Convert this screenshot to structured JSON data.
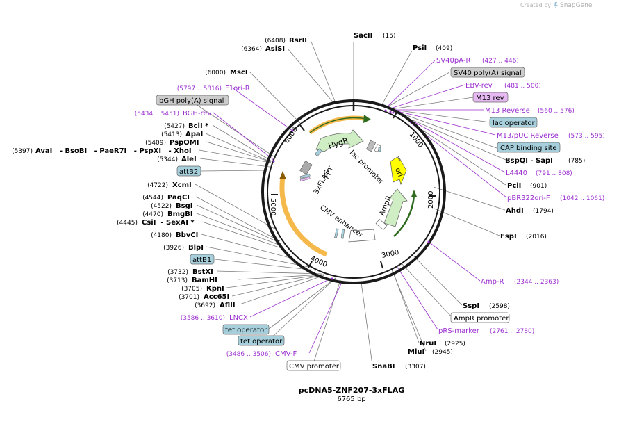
{
  "app": {
    "credit": "Created by",
    "brand": "SnapGene"
  },
  "plasmid": {
    "name": "pcDNA5-ZNF207-3xFLAG",
    "length_label": "6765 bp"
  },
  "ticks": [
    "1000",
    "2000",
    "3000",
    "4000",
    "5000",
    "6000"
  ],
  "colors": {
    "primer": "#9b2fcf",
    "boxBlue": "#a6cfdb",
    "boxGray": "#cccccc",
    "boxPurple": "#e6b8f2",
    "orange": "#f5b84a",
    "green": "#cfeec4",
    "yellow": "#ffff00"
  },
  "right_labels": [
    {
      "type": "enz",
      "name": "PsiI",
      "pos": "(409)"
    },
    {
      "type": "primer",
      "name": "SV40pA-R",
      "pos": "(427 .. 446)"
    },
    {
      "type": "box",
      "name": "SV40 poly(A) signal",
      "color": "gray"
    },
    {
      "type": "primer",
      "name": "EBV-rev",
      "pos": "(481 .. 500)"
    },
    {
      "type": "box",
      "name": "M13 rev",
      "color": "purple"
    },
    {
      "type": "primer",
      "name": "M13 Reverse",
      "pos": "(560 .. 576)"
    },
    {
      "type": "box",
      "name": "lac operator",
      "color": "blue"
    },
    {
      "type": "primer",
      "name": "M13/pUC Reverse",
      "pos": "(573 .. 595)"
    },
    {
      "type": "box",
      "name": "CAP binding site",
      "color": "blue"
    },
    {
      "type": "enz",
      "name": "BspQI  - SapI",
      "pos": "(785)"
    },
    {
      "type": "primer",
      "name": "L4440",
      "pos": "(791 .. 808)"
    },
    {
      "type": "enz",
      "name": "PciI",
      "pos": "(901)"
    },
    {
      "type": "primer",
      "name": "pBR322ori-F",
      "pos": "(1042 .. 1061)"
    },
    {
      "type": "enz",
      "name": "AhdI",
      "pos": "(1794)"
    },
    {
      "type": "enz",
      "name": "FspI",
      "pos": "(2016)"
    },
    {
      "type": "primer",
      "name": "Amp-R",
      "pos": "(2344 .. 2363)"
    },
    {
      "type": "enz",
      "name": "SspI",
      "pos": "(2598)"
    },
    {
      "type": "box",
      "name": "AmpR promoter",
      "color": "white"
    },
    {
      "type": "primer",
      "name": "pRS-marker",
      "pos": "(2761 .. 2780)"
    },
    {
      "type": "enz",
      "name": "NruI",
      "pos": "(2925)"
    },
    {
      "type": "enz",
      "name": "MluI",
      "pos": "(2945)"
    },
    {
      "type": "enz",
      "name": "SnaBI",
      "pos": "(3307)"
    },
    {
      "type": "enz",
      "name": "SacII",
      "pos": "(15)"
    }
  ],
  "left_labels": [
    {
      "type": "enz",
      "name": "RsrII",
      "pos": "(6408)"
    },
    {
      "type": "enz",
      "name": "AsiSI",
      "pos": "(6364)"
    },
    {
      "type": "enz",
      "name": "MscI",
      "pos": "(6000)"
    },
    {
      "type": "primer",
      "name": "F1ori-R",
      "pos": "(5797 .. 5816)"
    },
    {
      "type": "box",
      "name": "bGH poly(A) signal",
      "color": "gray"
    },
    {
      "type": "primer",
      "name": "BGH-rev",
      "pos": "(5434 .. 5451)"
    },
    {
      "type": "enz",
      "name": "BclI *",
      "pos": "(5427)"
    },
    {
      "type": "enz",
      "name": "ApaI",
      "pos": "(5413)"
    },
    {
      "type": "enz",
      "name": "PspOMI",
      "pos": "(5409)"
    },
    {
      "type": "enz",
      "name": "AvaI   - BsoBI   - PaeR7I   - PspXI   - XhoI",
      "pos": "(5397)"
    },
    {
      "type": "enz",
      "name": "AleI",
      "pos": "(5344)"
    },
    {
      "type": "box",
      "name": "attB2",
      "color": "blue"
    },
    {
      "type": "enz",
      "name": "XcmI",
      "pos": "(4722)"
    },
    {
      "type": "enz",
      "name": "PaqCI",
      "pos": "(4544)"
    },
    {
      "type": "enz",
      "name": "BsgI",
      "pos": "(4522)"
    },
    {
      "type": "enz",
      "name": "BmgBI",
      "pos": "(4470)"
    },
    {
      "type": "enz",
      "name": "CsiI  - SexAI *",
      "pos": "(4445)"
    },
    {
      "type": "enz",
      "name": "BbvCI",
      "pos": "(4180)"
    },
    {
      "type": "enz",
      "name": "BlpI",
      "pos": "(3926)"
    },
    {
      "type": "box",
      "name": "attB1",
      "color": "blue"
    },
    {
      "type": "enz",
      "name": "BstXI",
      "pos": "(3732)"
    },
    {
      "type": "enz",
      "name": "BamHI",
      "pos": "(3713)"
    },
    {
      "type": "enz",
      "name": "KpnI",
      "pos": "(3705)"
    },
    {
      "type": "enz",
      "name": "Acc65I",
      "pos": "(3701)"
    },
    {
      "type": "enz",
      "name": "AflII",
      "pos": "(3692)"
    },
    {
      "type": "primer",
      "name": "LNCX",
      "pos": "(3586 .. 3610)"
    },
    {
      "type": "box",
      "name": "tet operator",
      "color": "blue"
    },
    {
      "type": "box",
      "name": "tet operator",
      "color": "blue"
    },
    {
      "type": "primer",
      "name": "CMV-F",
      "pos": "(3486 .. 3506)"
    },
    {
      "type": "box",
      "name": "CMV promoter",
      "color": "white"
    }
  ],
  "inner_features": [
    "HygR",
    "lac promoter",
    "ori",
    "AmpR",
    "CMV enhancer",
    "3xFLAG",
    "FRT"
  ]
}
